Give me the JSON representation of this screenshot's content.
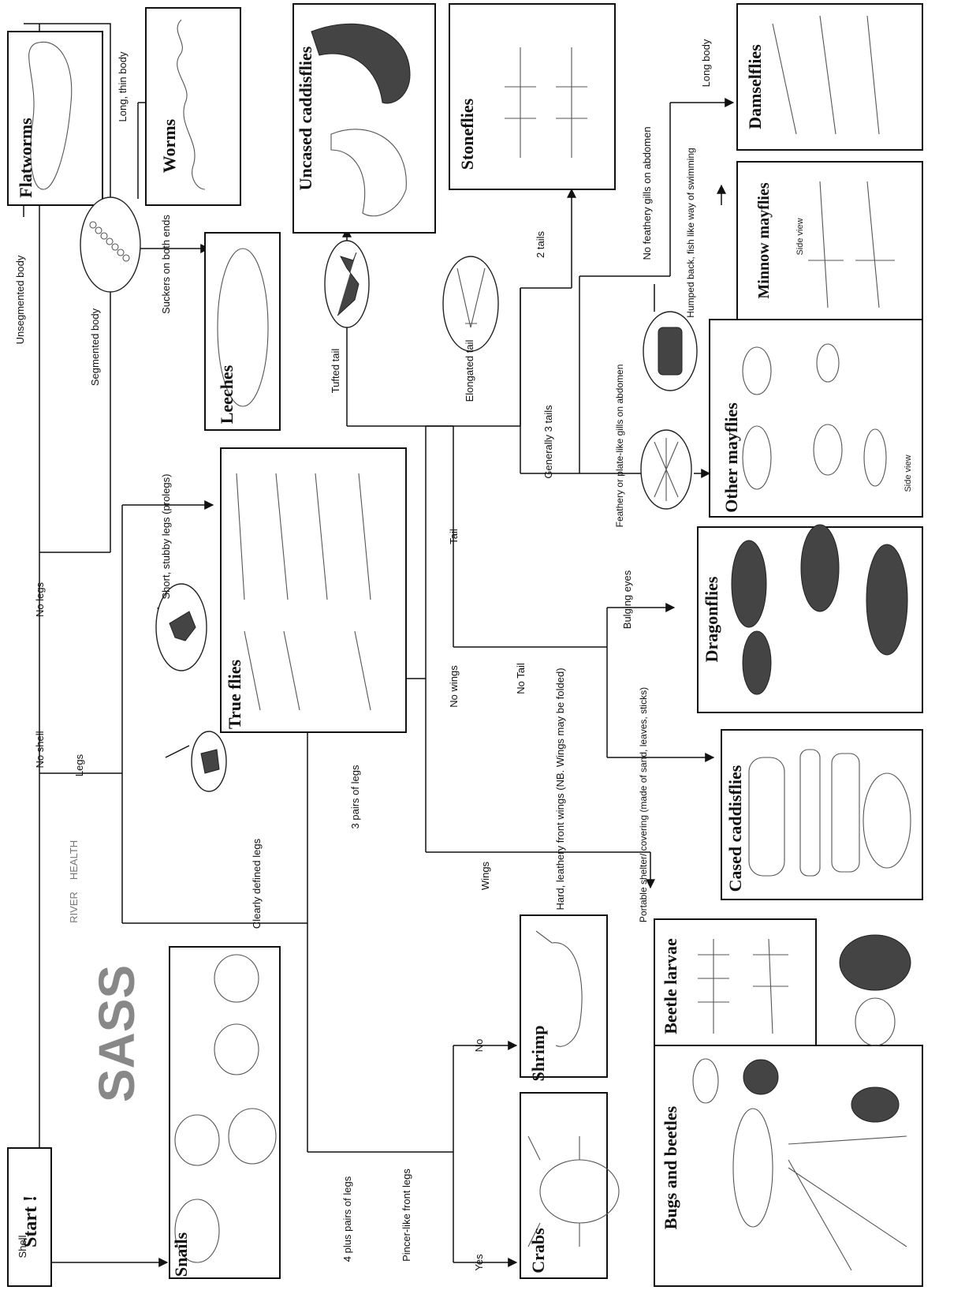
{
  "start": "Start !",
  "logo": {
    "word": "SASS",
    "river": "RIVER",
    "health": "HEALTH"
  },
  "edges": {
    "shell": "Shell",
    "no_shell": "No shell",
    "no_legs": "No legs",
    "legs": "Legs",
    "clearly_defined_legs": "Clearly defined legs",
    "unsegmented_body": "Unsegmented body",
    "segmented_body": "Segmented body",
    "long_thin_body": "Long, thin body",
    "suckers_both_ends": "Suckers on both ends",
    "short_stubby_legs": "Short, stubby legs (prolegs)",
    "three_pairs_legs": "3 pairs of legs",
    "four_plus_pairs_legs": "4 plus pairs of legs",
    "pincer_front_legs": "Pincer-like front legs",
    "no": "No",
    "yes": "Yes",
    "no_wings": "No wings",
    "wings": "Wings",
    "hard_front_wings": "Hard, leathery front wings (NB. Wings may be folded)",
    "tail": "Tail",
    "no_tail": "No Tail",
    "tufted_tail": "Tufted tail",
    "elongated_tail": "Elongated tail",
    "two_tails": "2 tails",
    "generally_three_tails": "Generally 3 tails",
    "long_body": "Long body",
    "no_feathery_gills": "No feathery gills on abdomen",
    "humped_back": "Humped back, fish like way of swimming",
    "feathery_gills": "Feathery or plate-like gills on abdomen",
    "bulging_eyes": "Bulging eyes",
    "portable_shelter": "Portable shelter/ covering (made of sand, leaves, sticks)"
  },
  "groups": {
    "flatworms": "Flatworms",
    "worms": "Worms",
    "leeches": "Leeches",
    "uncased_caddisflies": "Uncased caddisflies",
    "stoneflies": "Stoneflies",
    "damselflies": "Damselflies",
    "minnow_mayflies": "Minnow mayflies",
    "other_mayflies": "Other mayflies",
    "true_flies": "True flies",
    "dragonflies": "Dragonflies",
    "cased_caddisflies": "Cased caddisflies",
    "snails": "Snails",
    "shrimp": "Shrimp",
    "crabs": "Crabs",
    "beetle_larvae": "Beetle larvae",
    "bugs_and_beetles": "Bugs and beetles"
  },
  "notes": {
    "side_view_1": "Side view",
    "side_view_2": "Side view"
  }
}
